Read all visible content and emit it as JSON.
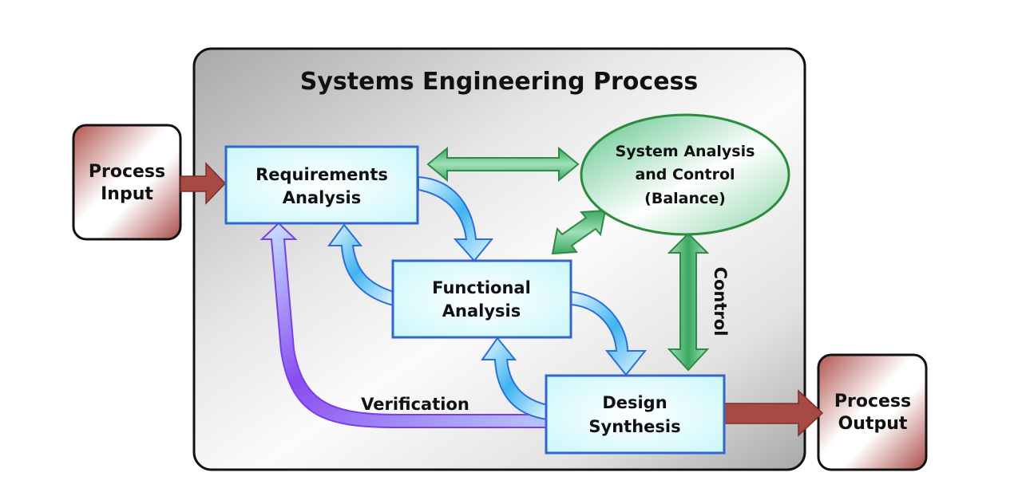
{
  "title": "Systems Engineering Process",
  "nodes": {
    "process_input": [
      "Process",
      "Input"
    ],
    "process_output": [
      "Process",
      "Output"
    ],
    "requirements": [
      "Requirements",
      "Analysis"
    ],
    "functional": [
      "Functional",
      "Analysis"
    ],
    "design": [
      "Design",
      "Synthesis"
    ],
    "balance": [
      "System Analysis",
      "and Control",
      "(Balance)"
    ]
  },
  "edge_labels": {
    "verification": "Verification",
    "control": "Control"
  },
  "colors": {
    "io_box": "#a84a44",
    "process_box_fill": "#d8fbff",
    "process_box_border": "#3366cc",
    "balance_green": "#2e9a4a",
    "loop_arrow_blue": "#3fa9ee",
    "verification_purple": "#8a4cf0",
    "panel_gray": "#b4b4b4"
  }
}
